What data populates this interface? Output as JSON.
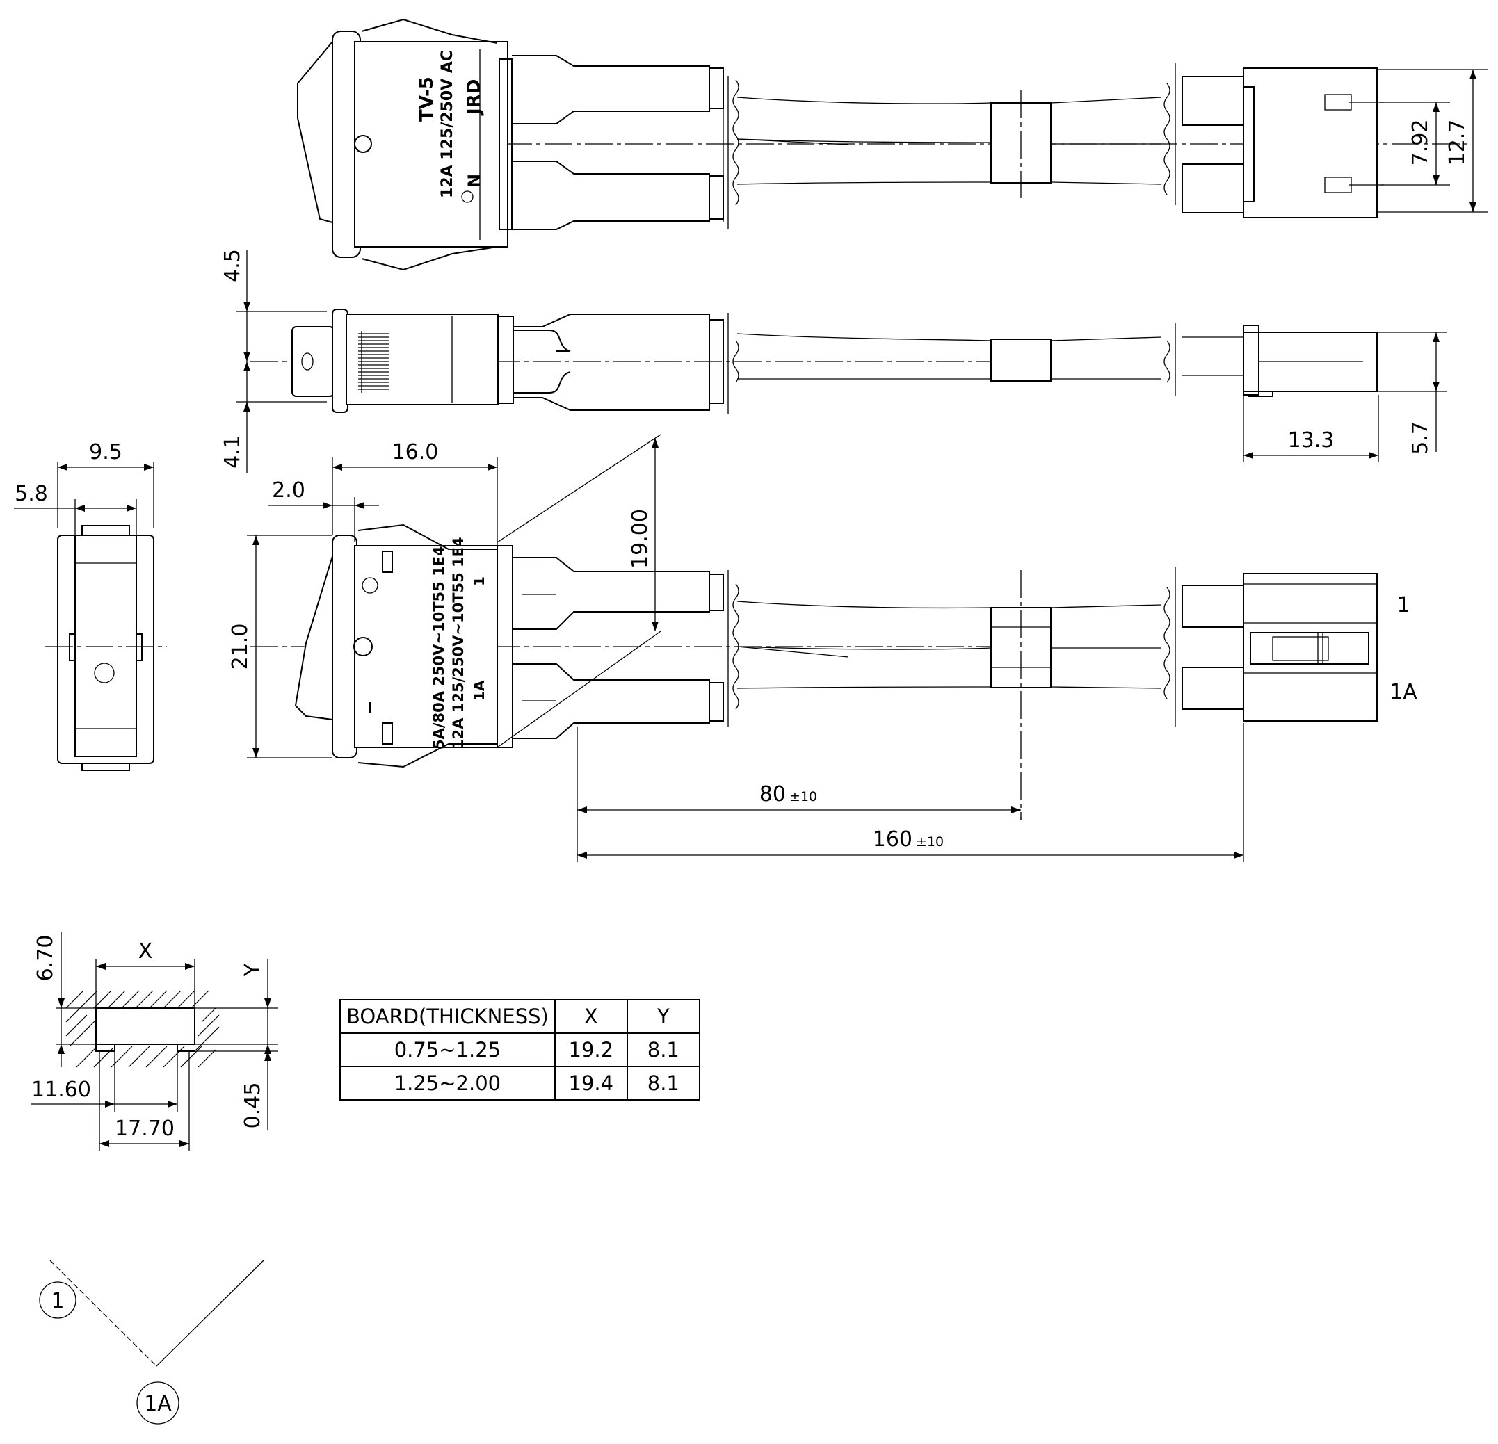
{
  "switch_marking": {
    "top_model": "TV-5",
    "top_brand": "JRD",
    "top_rating": "12A 125/250V AC",
    "top_mark_n": "N",
    "front_rating_1": "5A/80A 250V~10T55 1E4",
    "front_rating_2": "12A 125/250V~10T55 1E4",
    "front_terminal_1": "1",
    "front_terminal_1a": "1A",
    "rocker_on": "|",
    "rocker_off": "O"
  },
  "dimensions": {
    "connector_pitch": "7.92",
    "connector_width": "12.7",
    "side_upper": "4.5",
    "side_lower": "4.1",
    "connector_length": "13.3",
    "connector_height": "5.7",
    "body_width": "9.5",
    "body_inner": "5.8",
    "switch_length": "16.0",
    "flange": "2.0",
    "switch_height": "21.0",
    "terminal_spacing": "19.00",
    "sleeve_distance": "80",
    "sleeve_tolerance": "±10",
    "wire_length": "160",
    "wire_tolerance": "±10"
  },
  "terminal_labels": {
    "t1": "1",
    "t1a": "1A"
  },
  "panel_cutout": {
    "label_x": "X",
    "label_y": "Y",
    "d_6_70": "6.70",
    "d_11_60": "11.60",
    "d_17_70": "17.70",
    "d_0_45": "0.45"
  },
  "board_table": {
    "headers": [
      "BOARD(THICKNESS)",
      "X",
      "Y"
    ],
    "rows": [
      [
        "0.75~1.25",
        "19.2",
        "8.1"
      ],
      [
        "1.25~2.00",
        "19.4",
        "8.1"
      ]
    ]
  },
  "schematic": {
    "node_1": "1",
    "node_1a": "1A"
  }
}
